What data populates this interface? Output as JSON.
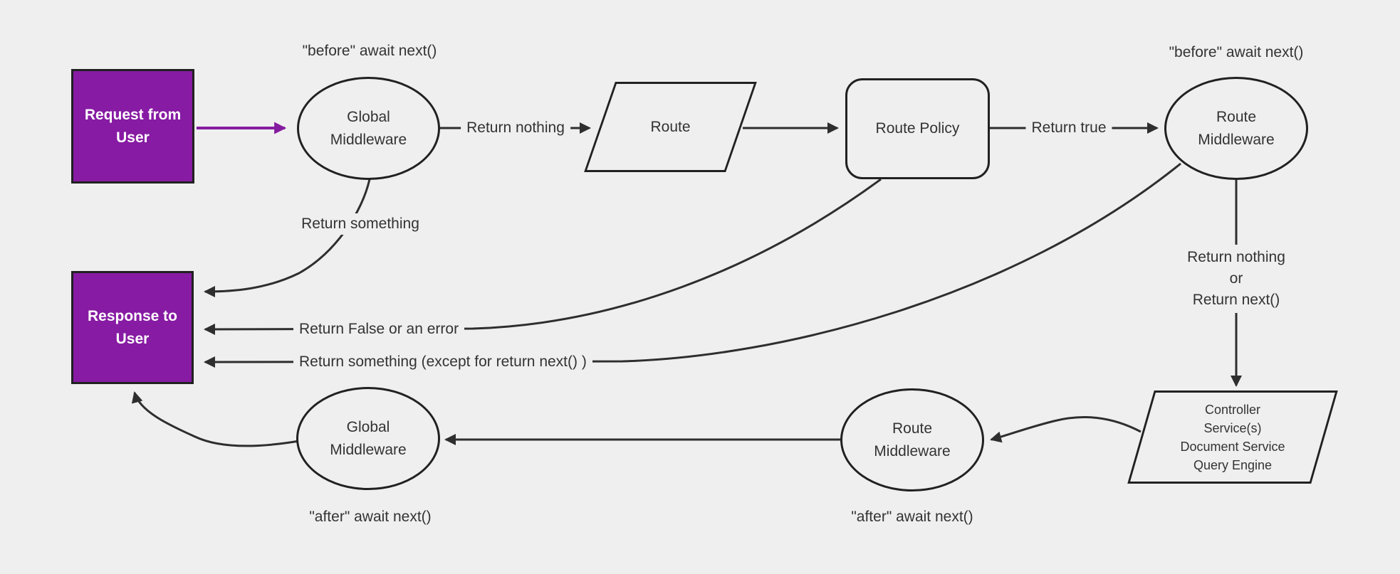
{
  "diagram": {
    "colors": {
      "background": "#efefef",
      "purple_fill": "#871ba3",
      "purple_arrow": "#851ca0",
      "line_color": "#2e2e2e",
      "shape_border": "#212121",
      "text_color": "#333333",
      "box_text_color": "#ffffff"
    },
    "nodes": {
      "request": {
        "line1": "Request from",
        "line2": "User"
      },
      "response": {
        "line1": "Response to",
        "line2": "User"
      },
      "global_middleware_top": {
        "line1": "Global",
        "line2": "Middleware"
      },
      "route": {
        "label": "Route"
      },
      "route_policy": {
        "label": "Route Policy"
      },
      "route_middleware_top": {
        "line1": "Route",
        "line2": "Middleware"
      },
      "controller": {
        "lines": [
          "Controller",
          "Service(s)",
          "Document Service",
          "Query Engine"
        ]
      },
      "route_middleware_bottom": {
        "line1": "Route",
        "line2": "Middleware"
      },
      "global_middleware_bottom": {
        "line1": "Global",
        "line2": "Middleware"
      }
    },
    "edge_labels": {
      "before_await_left": "\"before\" await next()",
      "before_await_right": "\"before\" await next()",
      "return_nothing": "Return nothing",
      "return_true": "Return true",
      "return_something": "Return something",
      "return_false_or_error": "Return False or an error",
      "return_something_except": "Return something (except for return next() )",
      "return_nothing_or_line1": "Return nothing",
      "return_nothing_or_line2": "or",
      "return_nothing_or_line3": "Return next()",
      "after_await_left": "\"after\" await next()",
      "after_await_right": "\"after\" await next()"
    }
  }
}
